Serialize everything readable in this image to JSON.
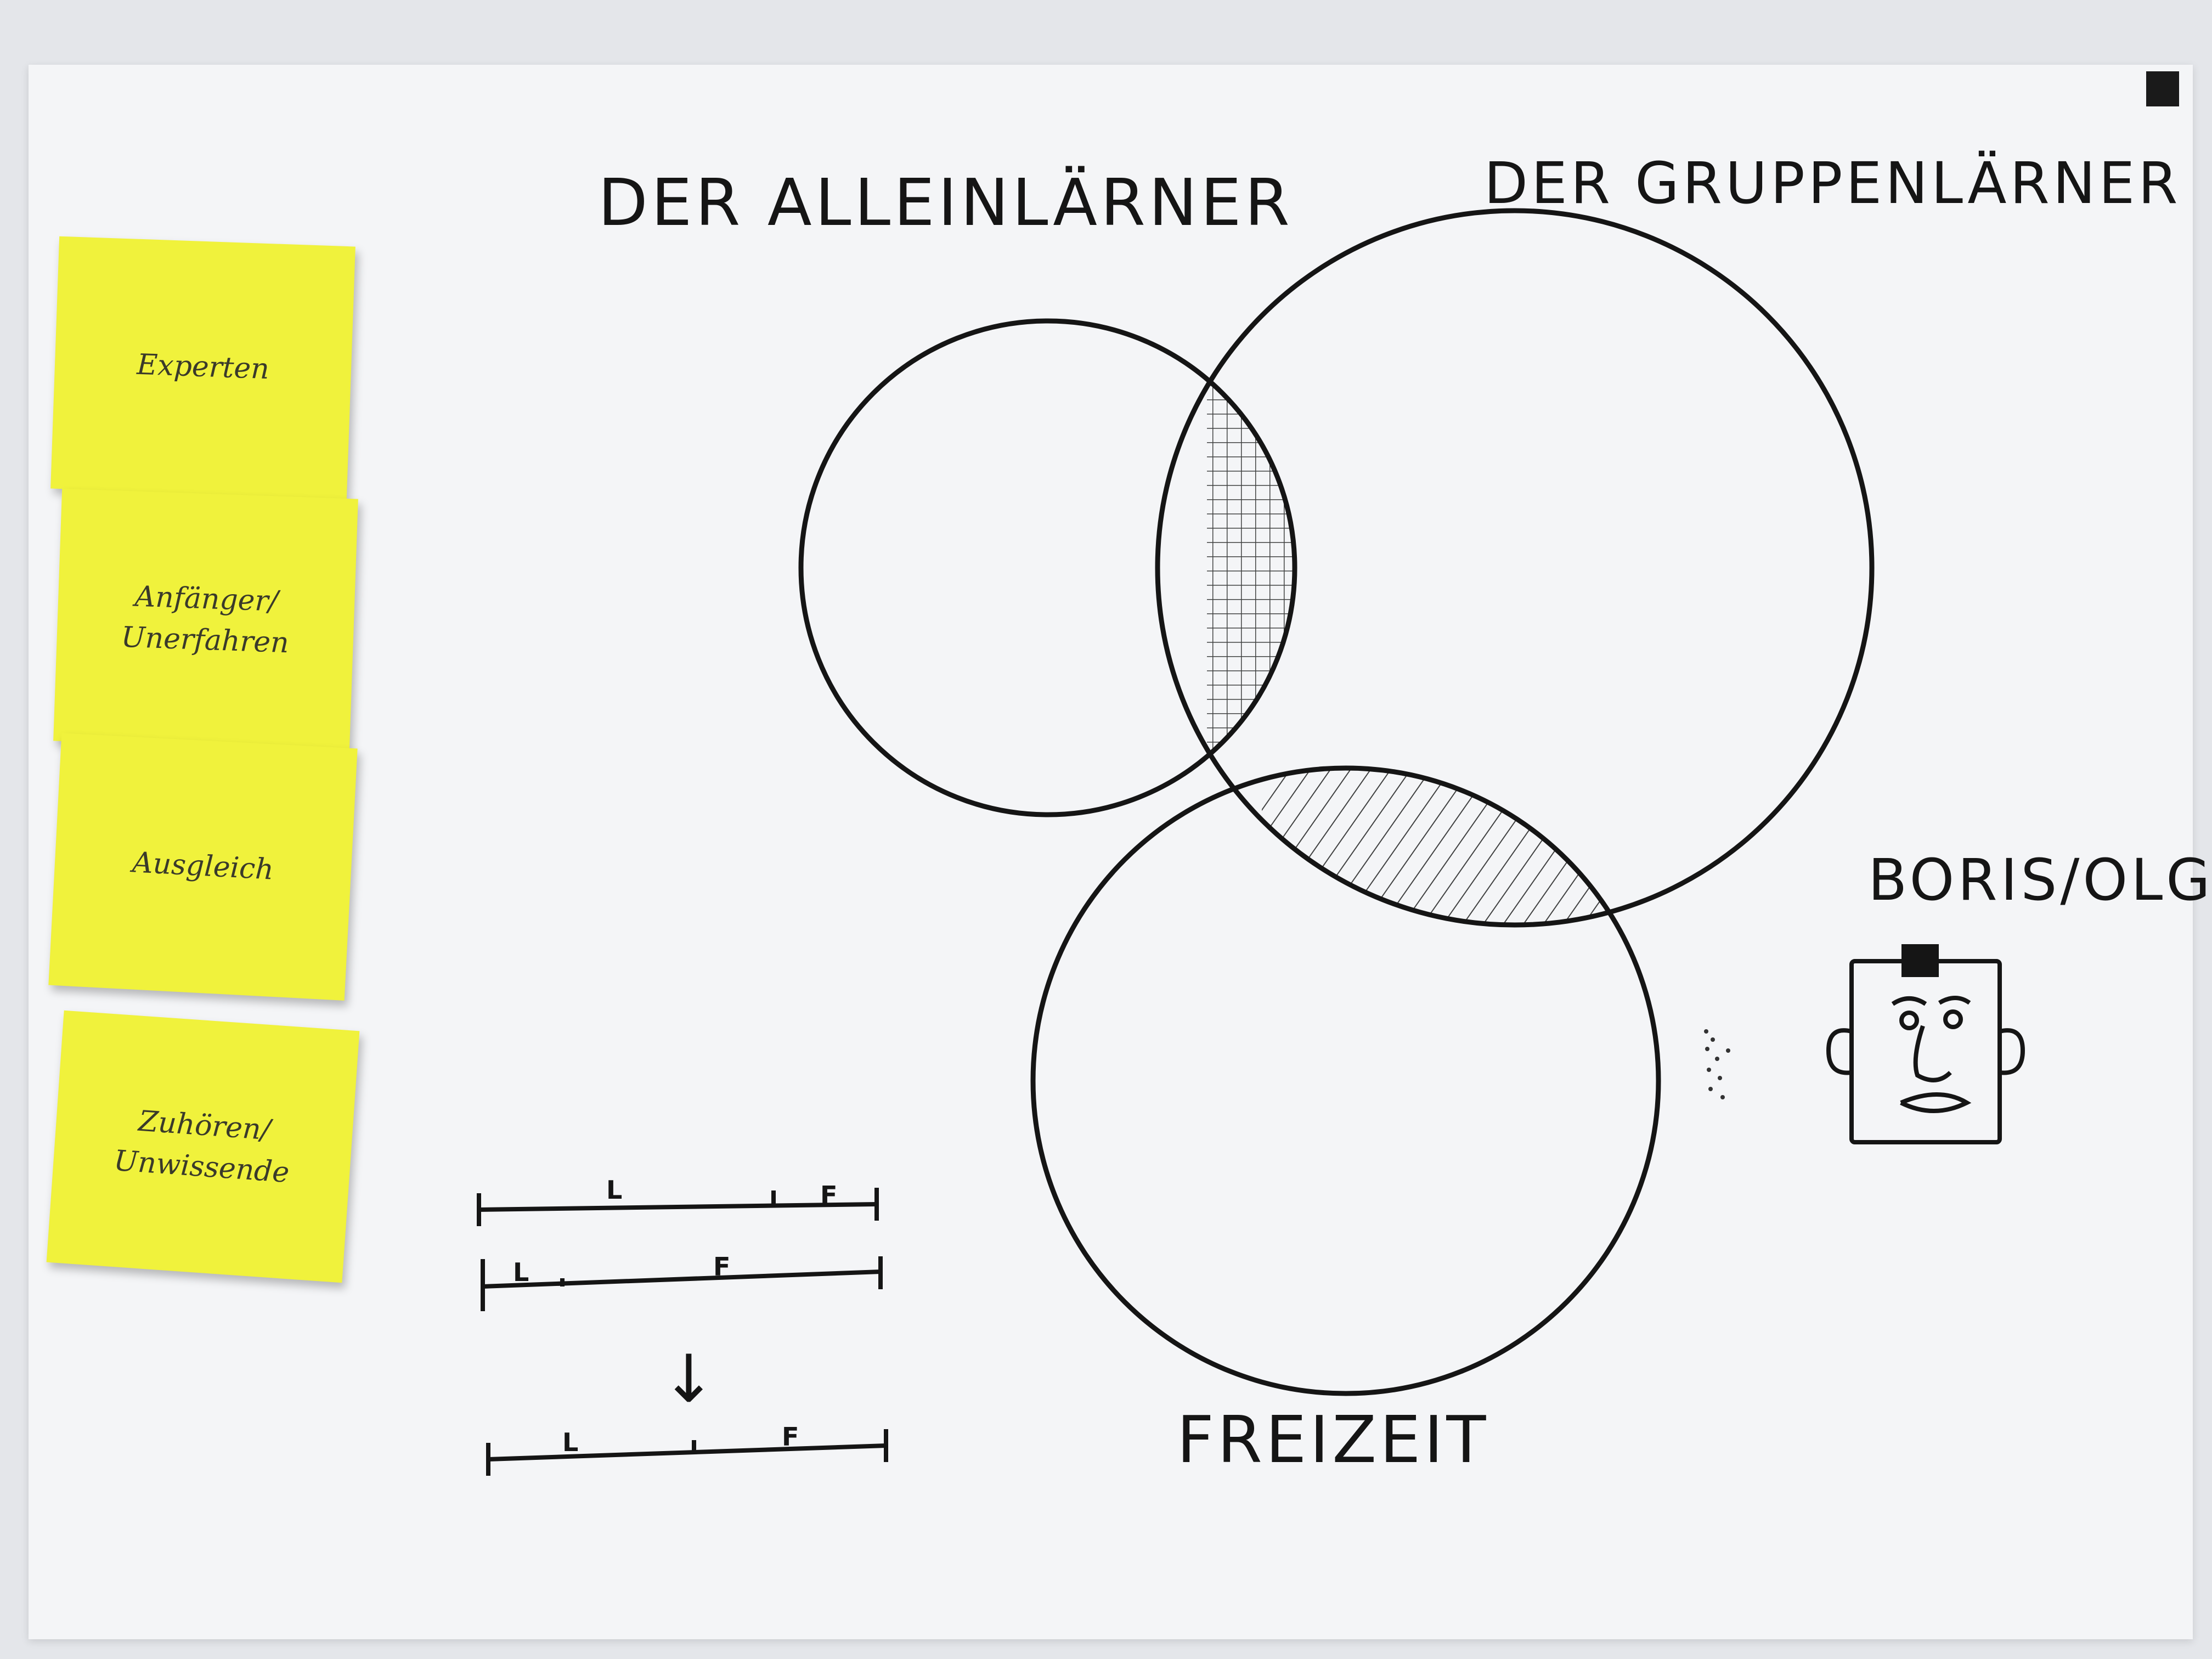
{
  "sticky_notes": [
    {
      "text": "Experten"
    },
    {
      "text": "Anfänger/\nUnerfahren"
    },
    {
      "text": "Ausgleich"
    },
    {
      "text": "Zuhören/\nUnwissende"
    }
  ],
  "venn": {
    "circle_labels": [
      "DER ALLEINLÄRNER",
      "DER GRUPPENLÄRNER",
      "FREIZEIT"
    ]
  },
  "persona": {
    "name": "BORIS/OLGA"
  },
  "timelines": {
    "letters": [
      "L",
      "F"
    ],
    "arrow": "↓"
  },
  "colors": {
    "paper": "#f4f5f7",
    "sticky": "#f0f23c",
    "ink": "#151515"
  }
}
